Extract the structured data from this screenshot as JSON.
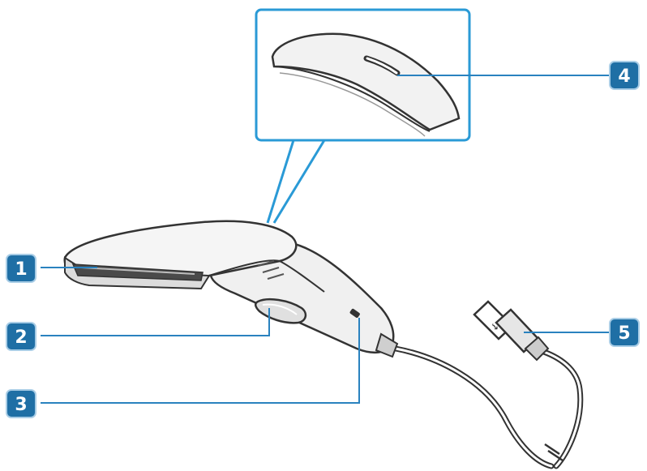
{
  "callouts": [
    {
      "number": "1",
      "part": "scan-window"
    },
    {
      "number": "2",
      "part": "trigger-button"
    },
    {
      "number": "3",
      "part": "status-led"
    },
    {
      "number": "4",
      "part": "indicator-slot"
    },
    {
      "number": "5",
      "part": "usb-connector"
    }
  ],
  "colors": {
    "callout_fill": "#1f6fa5",
    "callout_border": "#a9cde6",
    "leader_line": "#2a82bf",
    "zoom_frame": "#2a9ad6",
    "outline": "#333333",
    "body_light": "#f2f2f2",
    "body_shade": "#d6d6d6",
    "window_dark": "#4a4a4a"
  }
}
